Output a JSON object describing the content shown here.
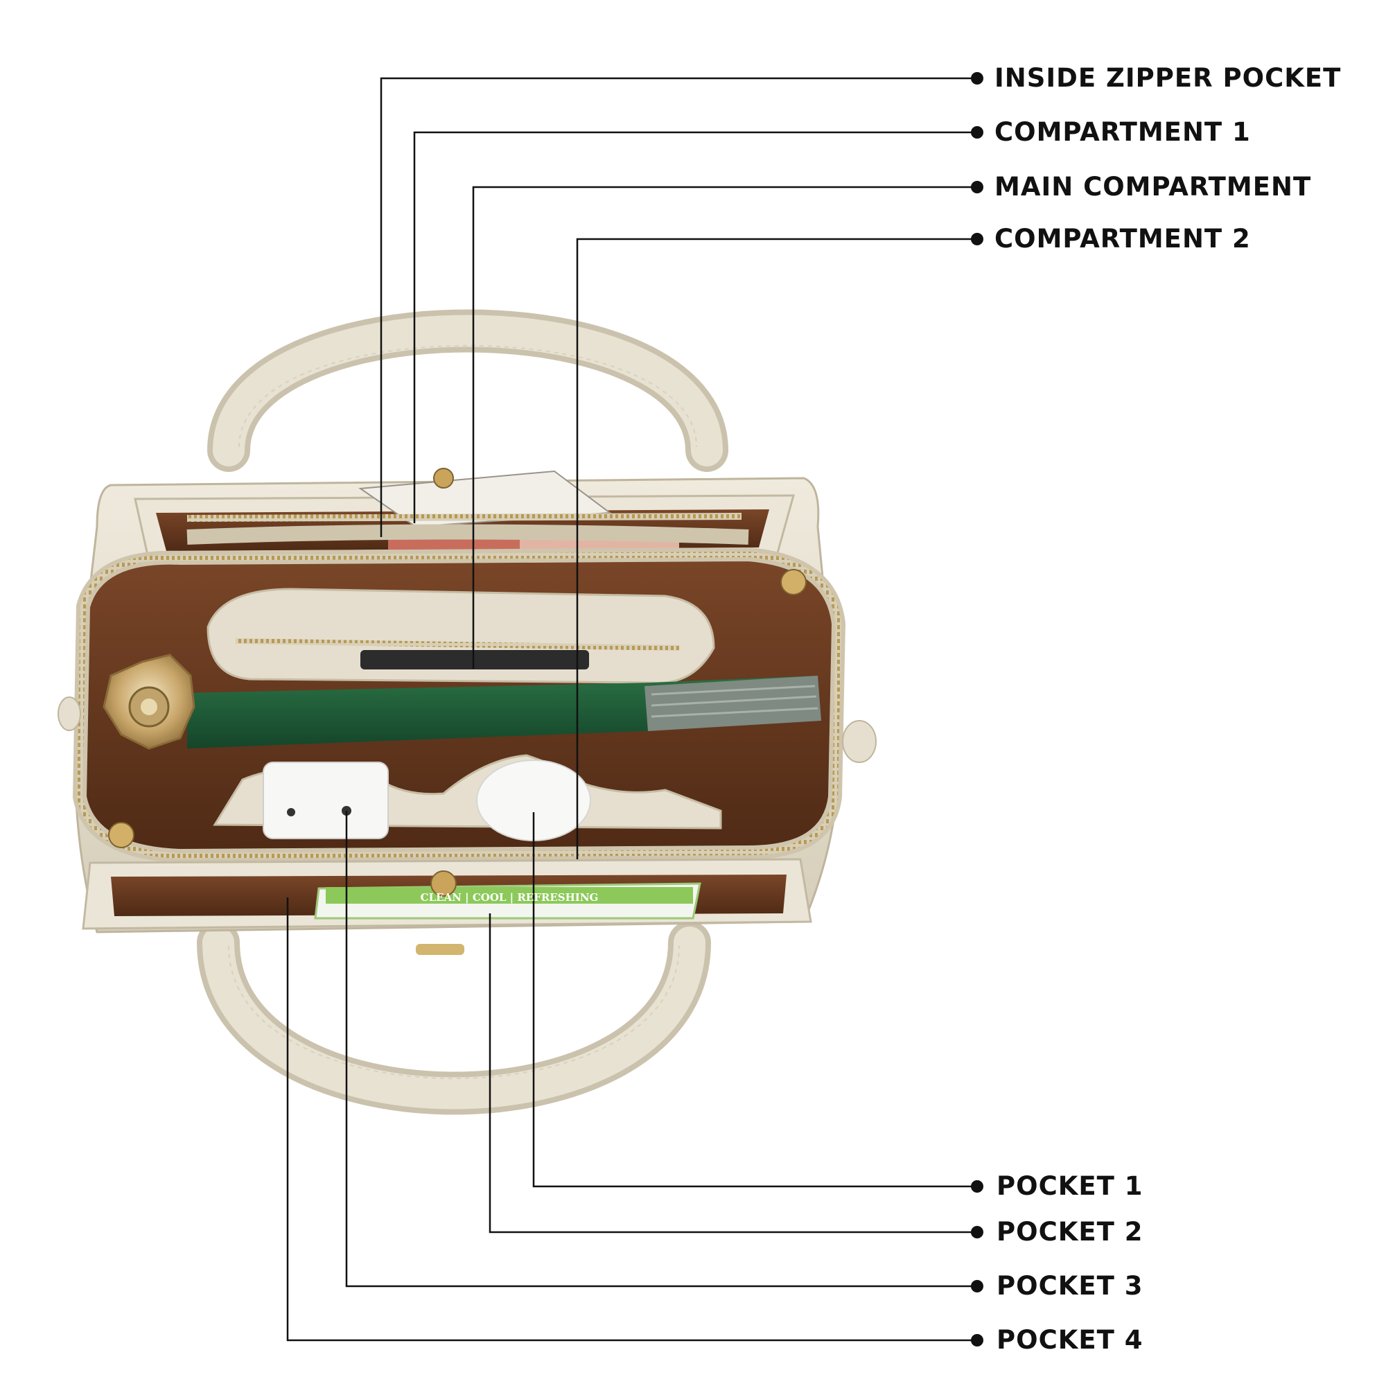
{
  "colors": {
    "background": "#ffffff",
    "leader_line": "#111111",
    "bag_leather": "#e7e1d2",
    "bag_leather_shade": "#cfc7b3",
    "lining": "#6b3d22",
    "lining_dark": "#4a2714",
    "zipper": "#b89a55",
    "book_green": "#1f5a36",
    "gold_hardware": "#c9a45a",
    "wipes_green": "#7fbf4d"
  },
  "callouts_top": [
    {
      "id": "inside-zipper-pocket",
      "label": "INSIDE ZIPPER POCKET"
    },
    {
      "id": "compartment-1",
      "label": "COMPARTMENT 1"
    },
    {
      "id": "main-compartment",
      "label": "MAIN COMPARTMENT"
    },
    {
      "id": "compartment-2",
      "label": "COMPARTMENT 2"
    }
  ],
  "callouts_bottom": [
    {
      "id": "pocket-1",
      "label": "POCKET 1"
    },
    {
      "id": "pocket-2",
      "label": "POCKET 2"
    },
    {
      "id": "pocket-3",
      "label": "POCKET 3"
    },
    {
      "id": "pocket-4",
      "label": "POCKET 4"
    }
  ],
  "product_print": {
    "wipes_text": "CLEAN | COOL | REFRESHING"
  },
  "icons": [
    "bullet-dot-icon",
    "handbag-illustration"
  ]
}
